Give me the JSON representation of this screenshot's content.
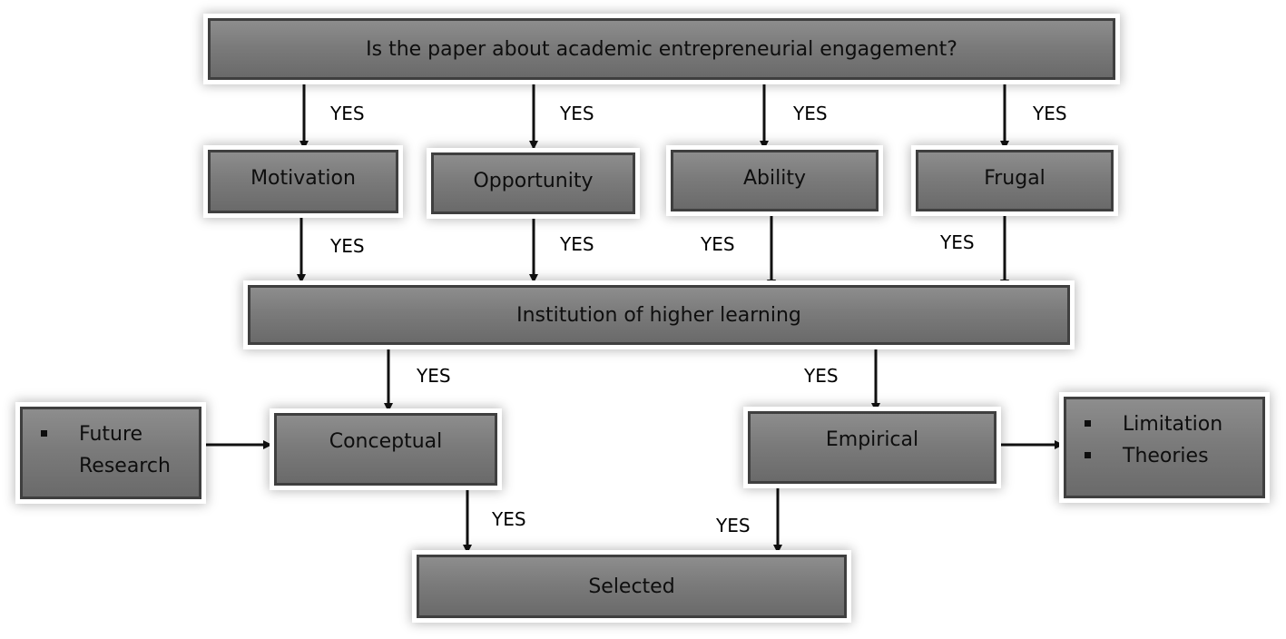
{
  "question": "Is the paper about academic entrepreneurial engagement?",
  "criteria": [
    "Motivation",
    "Opportunity",
    "Ability",
    "Frugal"
  ],
  "institution": "Institution of higher learning",
  "conceptual": "Conceptual",
  "empirical": "Empirical",
  "selected": "Selected",
  "conceptual_notes": [
    "Future Research"
  ],
  "empirical_notes": [
    "Limitation",
    "Theories"
  ],
  "yes_label": "YES",
  "colors": {
    "box_fill": "#7b7b7b",
    "box_border": "#3f3f3f",
    "arrow": "#111111"
  }
}
